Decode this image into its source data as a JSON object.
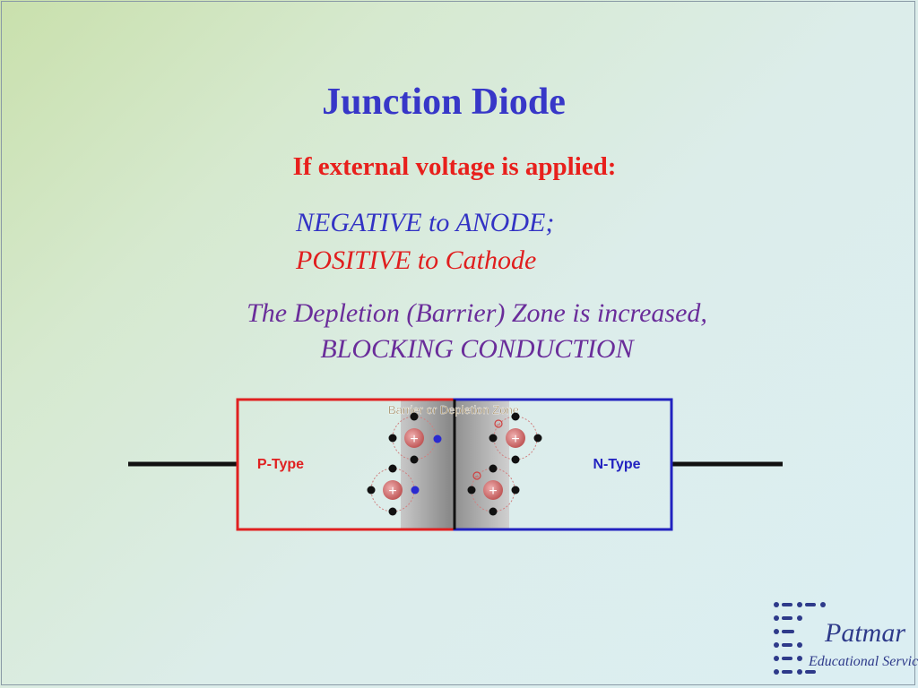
{
  "slide": {
    "title": "Junction Diode",
    "subtitle": "If external voltage is applied:",
    "line1": "NEGATIVE to ANODE;",
    "line2": "POSITIVE to Cathode",
    "note_line1": "The Depletion (Barrier) Zone is increased,",
    "note_line2": "BLOCKING CONDUCTION"
  },
  "diagram": {
    "barrier_label": "Barrier or Depletion Zone",
    "p_label": "P-Type",
    "n_label": "N-Type",
    "plus_symbol": "+",
    "minus_symbol": "−",
    "colors": {
      "p_region": "#e02020",
      "n_region": "#2222c0",
      "barrier": "#a0a0a0",
      "lead": "#111111",
      "hole": "#2a2ad0",
      "nucleus": "#d06c6c"
    }
  },
  "logo": {
    "name": "Patmar",
    "subtitle": "Educational Services",
    "color": "#2e3a8a"
  }
}
